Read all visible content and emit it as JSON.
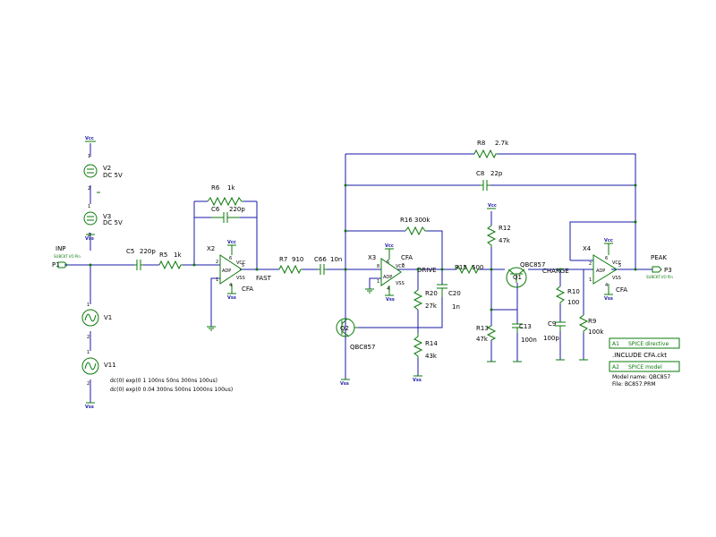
{
  "supplies": {
    "vcc": "Vcc",
    "vss": "Vss"
  },
  "sources": {
    "v2_name": "V2",
    "v2_value": "DC 5V",
    "v3_name": "V3",
    "v3_value": "DC 5V",
    "v1_name": "V1",
    "v11_name": "V11",
    "v1_expr": "dc(0) exp(0 1 100ns 50ns 300ns 100us)",
    "v11_expr": "dc(0) exp(0 0.04 300ns 500ns 1000ns 100us)"
  },
  "ports": {
    "p1_name": "P1",
    "p1_net": "INP",
    "p1_type": "SUBCKT I/O Pin",
    "p3_name": "P3",
    "p3_net": "PEAK",
    "p3_type": "SUBCKT I/O Pin"
  },
  "passives": {
    "c5_name": "C5",
    "c5_value": "220p",
    "r5_name": "R5",
    "r5_value": "1k",
    "r6_name": "R6",
    "r6_value": "1k",
    "c6_name": "C6",
    "c6_value": "220p",
    "r7_name": "R7",
    "r7_value": "910",
    "c66_name": "C66",
    "c66_value": "10n",
    "r16_name": "R16",
    "r16_value": "300k",
    "r20_name": "R20",
    "r20_value": "27k",
    "c20_name": "C20",
    "c20_value": "1n",
    "r14_name": "R14",
    "r14_value": "43k",
    "r15_name": "R15",
    "r15_value": "500",
    "r12_name": "R12",
    "r12_value": "47k",
    "r13_name": "R13",
    "r13_value": "47k",
    "c13_name": "C13",
    "c13_value": "100n",
    "r8_name": "R8",
    "r8_value": "2.7k",
    "c8_name": "C8",
    "c8_value": "22p",
    "r10_name": "R10",
    "r10_value": "100",
    "c9_name": "C9",
    "c9_value": "100p",
    "r9_name": "R9",
    "r9_value": "100k"
  },
  "actives": {
    "x2_name": "X2",
    "x3_name": "X3",
    "x4_name": "X4",
    "amp_model": "CFA",
    "amp_label": "ADP",
    "q1_name": "Q1",
    "q2_name": "Q2",
    "transistor_model": "QBC857",
    "pin_vcc": "VCC",
    "pin_vss": "VSS"
  },
  "nets": {
    "fast": "FAST",
    "drive": "DRIVE",
    "charge": "CHARGE"
  },
  "directives": {
    "a1_id": "A1",
    "a1_title": "SPICE directive",
    "a1_text": ".INCLUDE CFA.ckt",
    "a2_id": "A2",
    "a2_title": "SPICE model",
    "a2_model_line": "Model name: QBC857",
    "a2_file_line": "File:     BC857.PRM"
  }
}
